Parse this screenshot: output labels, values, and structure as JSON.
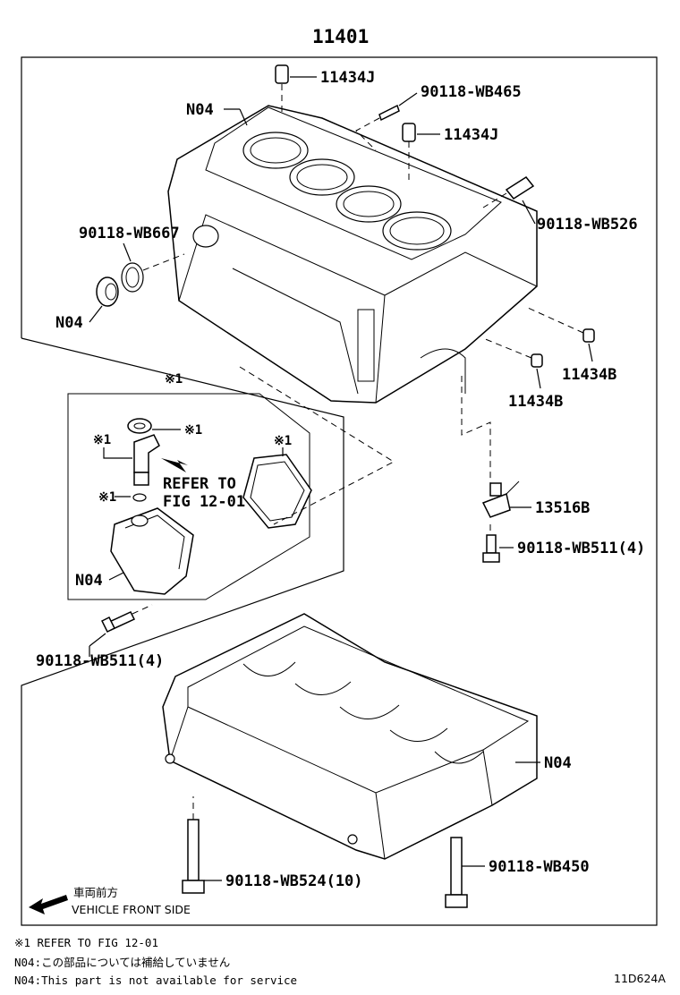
{
  "assembly": {
    "part_number": "11401"
  },
  "callouts": [
    {
      "id": "plug-top-1",
      "text": "11434J"
    },
    {
      "id": "stud-top",
      "text": "90118-WB465"
    },
    {
      "id": "upper-block-n04",
      "text": "N04"
    },
    {
      "id": "plug-top-2",
      "text": "11434J"
    },
    {
      "id": "stud-right",
      "text": "90118-WB526"
    },
    {
      "id": "stud-left",
      "text": "90118-WB667"
    },
    {
      "id": "cap-n04",
      "text": "N04"
    },
    {
      "id": "pin-right-1",
      "text": "11434B"
    },
    {
      "id": "pin-right-2",
      "text": "11434B"
    },
    {
      "id": "sensor",
      "text": "13516B"
    },
    {
      "id": "sensor-bolt",
      "text": "90118-WB511(4)"
    },
    {
      "id": "cover-bolt",
      "text": "90118-WB511(4)"
    },
    {
      "id": "lower-block-n04",
      "text": "N04"
    },
    {
      "id": "lower-bolt-long",
      "text": "90118-WB450"
    },
    {
      "id": "lower-bolt-short",
      "text": "90118-WB524(10)"
    }
  ],
  "subassembly": {
    "marker": "※1",
    "pcv_seal_mark": "※1",
    "pcv_valve_mark": "※1",
    "oring_mark": "※1",
    "gasket_mark": "※1",
    "refer_line1": "REFER TO",
    "refer_line2": "FIG 12-01",
    "cover_label": "N04"
  },
  "direction": {
    "japanese": "車両前方",
    "english": "VEHICLE FRONT SIDE"
  },
  "notes": [
    "※1 REFER TO FIG 12-01",
    "N04:この部品については補給していません",
    "N04:This part is not available for service"
  ],
  "figure_code": "11D624A"
}
